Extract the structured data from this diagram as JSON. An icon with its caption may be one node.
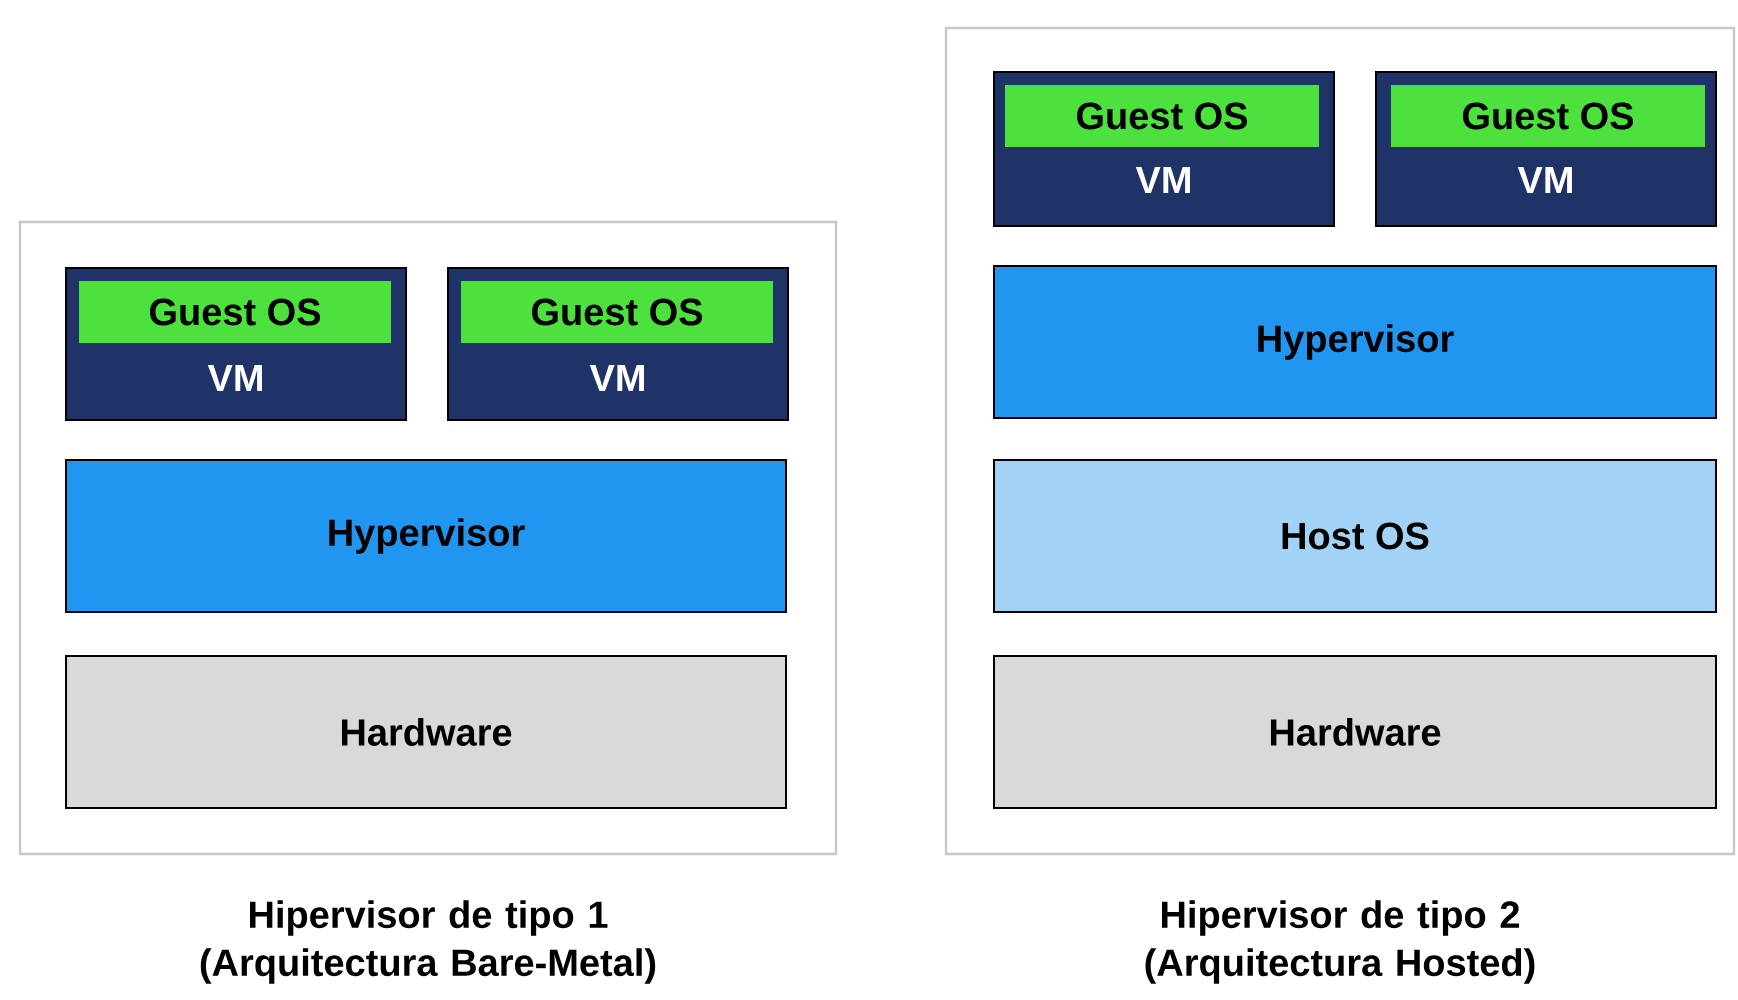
{
  "diagram": {
    "nodes": [
      {
        "text": [],
        "shape": "box",
        "beside": [
          "Hipervisor de tipo 1 (Arquitectura Bare-Metal)"
        ]
      },
      {
        "text": [
          "VM"
        ],
        "in": 0
      },
      {
        "text": [
          "Guest OS"
        ],
        "in": 1
      },
      {
        "text": [
          "VM"
        ],
        "in": 0
      },
      {
        "text": [
          "Guest OS"
        ],
        "in": 3
      },
      {
        "text": [
          "Hypervisor"
        ],
        "in": 0
      },
      {
        "text": [
          "Hardware"
        ],
        "in": 0
      },
      {
        "text": [],
        "shape": "box",
        "beside": [
          "Hipervisor de tipo 2 (Arquitectura Hosted)"
        ]
      },
      {
        "text": [
          "VM"
        ],
        "in": 7
      },
      {
        "text": [
          "Guest OS"
        ],
        "in": 8
      },
      {
        "text": [
          "VM"
        ],
        "in": 7
      },
      {
        "text": [
          "Guest OS"
        ],
        "in": 10
      },
      {
        "text": [
          "Hypervisor"
        ],
        "in": 7
      },
      {
        "text": [
          "Host OS"
        ],
        "in": 7
      },
      {
        "text": [
          "Hardware"
        ],
        "in": 7
      }
    ]
  }
}
